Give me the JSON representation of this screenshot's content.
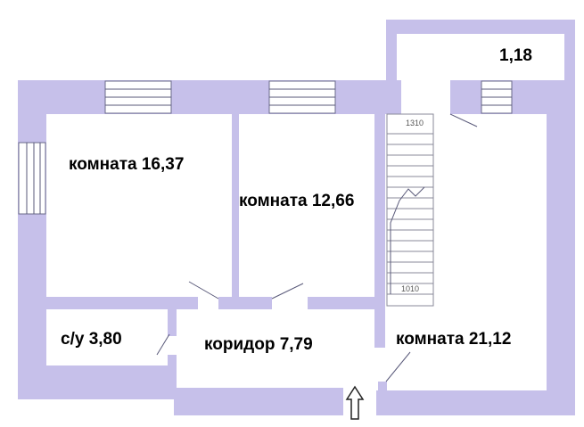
{
  "rooms": {
    "room_1": "комната 16,37",
    "room_2": "комната 12,66",
    "room_3": "комната 21,12",
    "bathroom": "с/у 3,80",
    "corridor": "коридор 7,79",
    "balcony": "1,18"
  },
  "stairs": {
    "top_mark": "1310",
    "bottom_mark": "1010"
  },
  "colors": {
    "wall": "#c6c0ea",
    "background": "#ffffff"
  },
  "icons": {
    "entrance": "up-arrow-icon"
  }
}
